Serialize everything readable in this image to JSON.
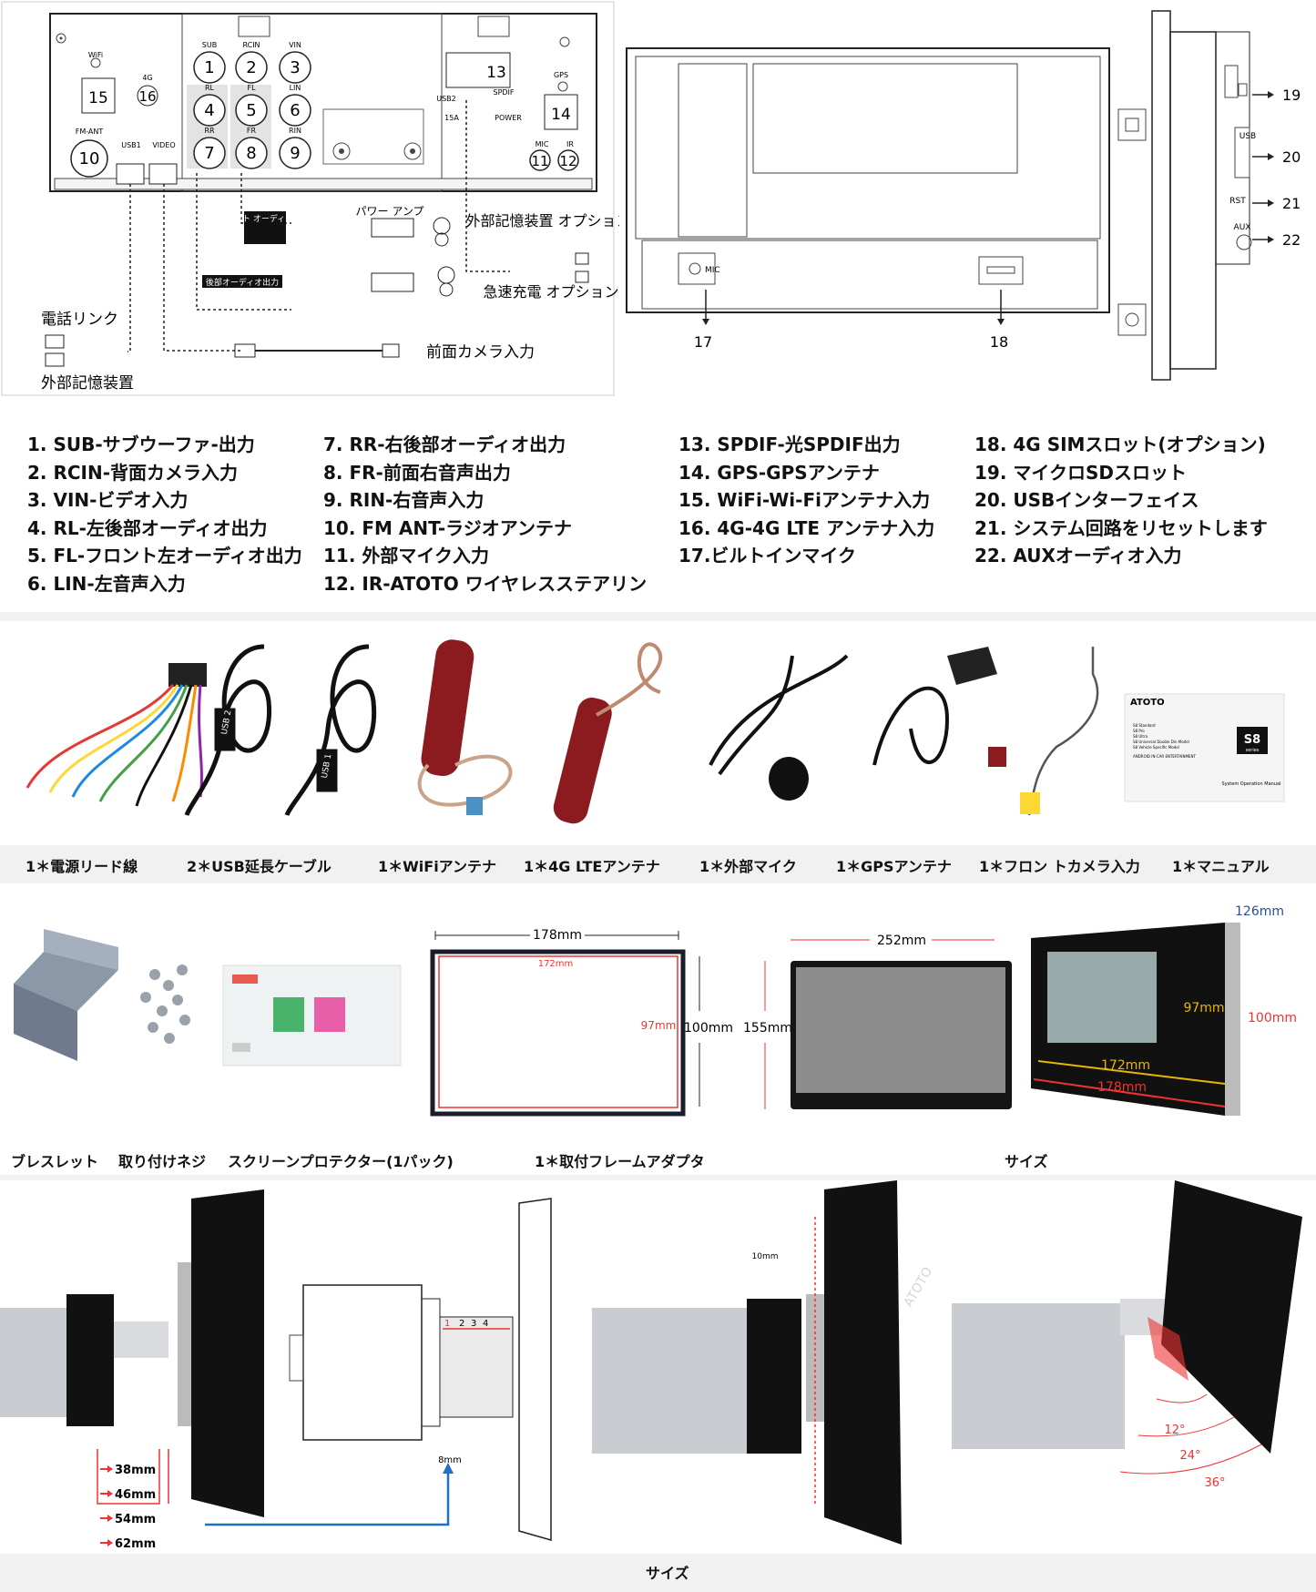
{
  "diagram": {
    "rear_panel": {
      "ports": [
        {
          "n": "1",
          "label": "SUB"
        },
        {
          "n": "2",
          "label": "RCIN"
        },
        {
          "n": "3",
          "label": "VIN"
        },
        {
          "n": "4",
          "label": "RL"
        },
        {
          "n": "5",
          "label": "FL"
        },
        {
          "n": "6",
          "label": "LIN"
        },
        {
          "n": "7",
          "label": "RR"
        },
        {
          "n": "8",
          "label": "FR"
        },
        {
          "n": "9",
          "label": "RIN"
        },
        {
          "n": "10",
          "label": "FM-ANT"
        },
        {
          "n": "11",
          "label": "MIC"
        },
        {
          "n": "12",
          "label": "IR"
        },
        {
          "n": "13",
          "label": "SPDIF"
        },
        {
          "n": "14",
          "label": "GPS"
        },
        {
          "n": "15",
          "label": "WiFi"
        },
        {
          "n": "16",
          "label": "4G"
        }
      ],
      "small_labels": {
        "usb1": "USB1",
        "video": "VIDEO",
        "usb2": "USB2",
        "fuse": "15A",
        "power": "POWER"
      },
      "callouts": {
        "front_audio": "フロント オーディ オ出力",
        "power_amp": "パワー アンプ",
        "rear_audio": "後部オーディオ出力",
        "ext_storage_opt": "外部記憶装置 オプション",
        "fast_charge_opt": "急速充電 オプション",
        "phone_link": "電話リンク",
        "ext_storage": "外部記憶装置",
        "front_camera": "前面カメラ入力"
      }
    },
    "side_panel": {
      "labels": {
        "usb": "USB",
        "rst": "RST",
        "aux": "AUX",
        "mic": "MIC"
      },
      "numbers": [
        "17",
        "18",
        "19",
        "20",
        "21",
        "22"
      ]
    },
    "spec_columns": [
      [
        "1. SUB-サブウーファ-出力",
        "2. RCIN-背面カメラ入力",
        "3. VIN-ビデオ入力",
        "4. RL-左後部オーディオ出力",
        "5. FL-フロント左オーディオ出力",
        "6. LIN-左音声入力"
      ],
      [
        "7. RR-右後部オーディオ出力",
        "8. FR-前面右音声出力",
        "9. RIN-右音声入力",
        "10. FM ANT-ラジオアンテナ",
        "11. 外部マイク入力",
        "12. IR-ATOTO ワイヤレスステアリン"
      ],
      [
        "13. SPDIF-光SPDIF出力",
        "14. GPS-GPSアンテナ",
        "15. WiFi-Wi-Fiアンテナ入力",
        "16. 4G-4G LTE アンテナ入力",
        "17.ビルトインマイク"
      ],
      [
        "18. 4G SIMスロット(オプション)",
        "19. マイクロSDスロット",
        "20. USBインターフェイス",
        "21. システム回路をリセットします",
        "22. AUXオーディオ入力"
      ]
    ]
  },
  "accessories": {
    "row1": [
      "1＊電源リード線",
      "2＊USB延長ケーブル",
      "1＊WiFiアンテナ",
      "1＊4G LTEアンテナ",
      "1＊外部マイク",
      "1＊GPSアンテナ",
      "1＊フロン トカメラ入力",
      "1＊マニュアル"
    ],
    "usb_tags": [
      "USB 2",
      "USB 1"
    ],
    "manual": {
      "brand": "ATOTO",
      "badge": "S8",
      "badge_sub": "series",
      "models": [
        "S8 Standard",
        "S8 Pro",
        "S8 Ultra",
        "S8 Universal Double Din Model",
        "S8 Vehicle Specific Model"
      ],
      "subtitle": "ANDROID IN-CAR ENTERTAINMENT",
      "footer": "System Operation Manual"
    },
    "row2": [
      "ブレスレット",
      "取り付けネジ",
      "スクリーンプロテクター(1パック)",
      "1＊取付フレームアダプタ",
      "サイズ"
    ]
  },
  "dimensions": {
    "frame": {
      "width": "178mm",
      "inner_width": "172mm",
      "inner_height": "97mm",
      "height": "100mm"
    },
    "screen": {
      "width": "252mm",
      "height": "155mm"
    },
    "chassis": {
      "depth": "126mm",
      "height_inner": "97mm",
      "height": "100mm",
      "width_inner": "172mm",
      "width": "178mm"
    },
    "depth_offsets": [
      "38mm",
      "46mm",
      "54mm",
      "62mm"
    ],
    "bracket_numbers": [
      "1",
      "2",
      "3",
      "4"
    ],
    "bracket_gap": "8mm",
    "height_adjust": "10mm",
    "tilt_angles": [
      "12°",
      "24°",
      "36°"
    ],
    "watermark": "ATOTO",
    "bottom_caption": "サイズ"
  }
}
